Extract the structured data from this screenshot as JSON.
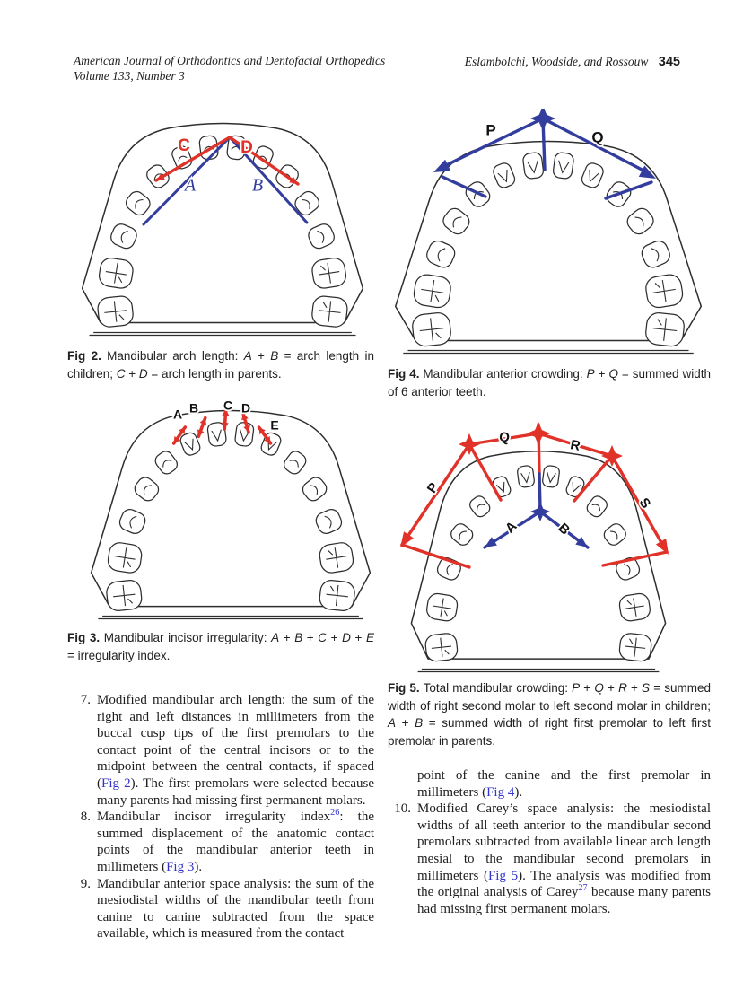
{
  "header": {
    "journal_line1": "American Journal of Orthodontics and Dentofacial Orthopedics",
    "journal_line2": "Volume 133, Number 3",
    "authors": "Eslambolchi, Woodside, and Rossouw",
    "page_number": "345"
  },
  "colors": {
    "diagram_red": "#e03229",
    "diagram_blue": "#333d9e",
    "link_blue": "#3232cc",
    "line_black": "#2e2e2e"
  },
  "figures": {
    "fig2": {
      "diagram_labels": [
        "C",
        "D",
        "A",
        "B"
      ],
      "caption": [
        {
          "t": "Fig 2.",
          "b": 1
        },
        {
          "t": "  Mandibular arch length: "
        },
        {
          "t": "A",
          "i": 1
        },
        {
          "t": " + "
        },
        {
          "t": "B",
          "i": 1
        },
        {
          "t": " = arch length in children; "
        },
        {
          "t": "C",
          "i": 1
        },
        {
          "t": " + "
        },
        {
          "t": "D",
          "i": 1
        },
        {
          "t": " = arch length in parents."
        }
      ]
    },
    "fig3": {
      "diagram_labels": [
        "A",
        "B",
        "C",
        "D",
        "E"
      ],
      "caption": [
        {
          "t": "Fig 3.",
          "b": 1
        },
        {
          "t": "  Mandibular incisor irregularity: "
        },
        {
          "t": "A",
          "i": 1
        },
        {
          "t": " + "
        },
        {
          "t": "B",
          "i": 1
        },
        {
          "t": " + "
        },
        {
          "t": "C",
          "i": 1
        },
        {
          "t": " + "
        },
        {
          "t": "D",
          "i": 1
        },
        {
          "t": " + "
        },
        {
          "t": "E",
          "i": 1
        },
        {
          "t": " = irregularity index."
        }
      ]
    },
    "fig4": {
      "diagram_labels": [
        "P",
        "Q"
      ],
      "caption": [
        {
          "t": "Fig 4.",
          "b": 1
        },
        {
          "t": "  Mandibular anterior crowding: "
        },
        {
          "t": "P",
          "i": 1
        },
        {
          "t": " + "
        },
        {
          "t": "Q",
          "i": 1
        },
        {
          "t": " = summed width of 6 anterior teeth."
        }
      ]
    },
    "fig5": {
      "diagram_labels": [
        "P",
        "Q",
        "R",
        "S",
        "A",
        "B"
      ],
      "caption": [
        {
          "t": "Fig 5.",
          "b": 1
        },
        {
          "t": "  Total mandibular crowding: "
        },
        {
          "t": "P",
          "i": 1
        },
        {
          "t": " + "
        },
        {
          "t": "Q",
          "i": 1
        },
        {
          "t": " + "
        },
        {
          "t": "R",
          "i": 1
        },
        {
          "t": " + "
        },
        {
          "t": "S",
          "i": 1
        },
        {
          "t": " = summed width of right second molar to left second molar in children; "
        },
        {
          "t": "A",
          "i": 1
        },
        {
          "t": " + "
        },
        {
          "t": "B",
          "i": 1
        },
        {
          "t": " = summed width of right first premolar to left first premolar in parents."
        }
      ]
    }
  },
  "content": {
    "items_left": [
      {
        "num": "7.",
        "segments": [
          {
            "t": "Modified mandibular arch length: the sum of the right and left distances in millimeters from the buccal cusp tips of the first premolars to the contact point of the central incisors or to the midpoint between the central contacts, if spaced ("
          },
          {
            "t": "Fig 2",
            "link": 1
          },
          {
            "t": "). The first premolars were selected because many parents had missing first permanent molars."
          }
        ]
      },
      {
        "num": "8.",
        "segments": [
          {
            "t": "Mandibular incisor irregularity index"
          },
          {
            "t": "26",
            "link": 1,
            "sup": 1
          },
          {
            "t": ": the summed displacement of the anatomic contact points of the mandibular anterior teeth in millimeters ("
          },
          {
            "t": "Fig 3",
            "link": 1
          },
          {
            "t": ")."
          }
        ]
      },
      {
        "num": "9.",
        "segments": [
          {
            "t": "Mandibular anterior space analysis: the sum of the mesiodistal widths of the mandibular teeth from canine to canine subtracted from the space available, which is measured from the contact"
          }
        ]
      }
    ],
    "continuation": [
      {
        "t": "point of the canine and the first premolar in millimeters ("
      },
      {
        "t": "Fig 4",
        "link": 1
      },
      {
        "t": ")."
      }
    ],
    "items_right": [
      {
        "num": "10.",
        "segments": [
          {
            "t": "Modified Carey’s space analysis: the mesiodistal widths of all teeth anterior to the mandibular second premolars subtracted from available linear arch length mesial to the mandibular second premolars in millimeters ("
          },
          {
            "t": "Fig 5",
            "link": 1
          },
          {
            "t": "). The analysis was modified from the original analysis of Carey"
          },
          {
            "t": "27",
            "link": 1,
            "sup": 1
          },
          {
            "t": " because many parents had missing first permanent molars."
          }
        ]
      }
    ]
  }
}
